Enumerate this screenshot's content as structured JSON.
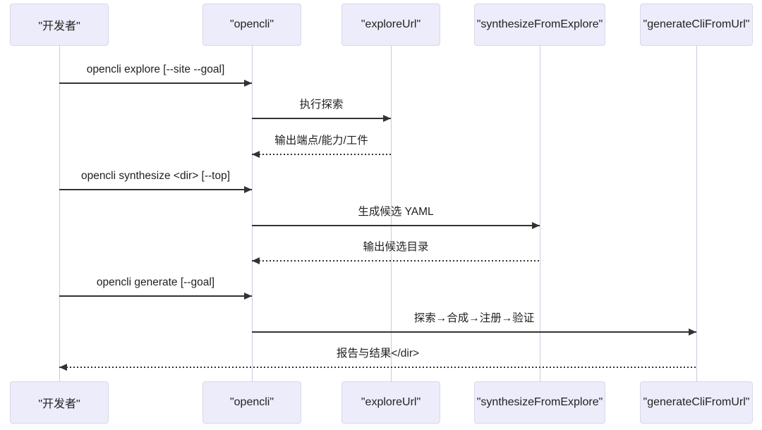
{
  "diagram": {
    "type": "sequence-diagram",
    "participants": [
      {
        "id": "developer",
        "label": "\"开发者\""
      },
      {
        "id": "opencli",
        "label": "\"opencli\""
      },
      {
        "id": "exploreUrl",
        "label": "\"exploreUrl\""
      },
      {
        "id": "synthesizeFromExplore",
        "label": "\"synthesizeFromExplore\""
      },
      {
        "id": "generateCliFromUrl",
        "label": "\"generateCliFromUrl\""
      }
    ],
    "messages": [
      {
        "from": "developer",
        "to": "opencli",
        "text": "opencli explore [--site --goal]",
        "line": "solid"
      },
      {
        "from": "opencli",
        "to": "exploreUrl",
        "text": "执行探索",
        "line": "solid"
      },
      {
        "from": "exploreUrl",
        "to": "opencli",
        "text": "输出端点/能力/工件",
        "line": "dashed"
      },
      {
        "from": "developer",
        "to": "opencli",
        "text": "opencli synthesize <dir> [--top]",
        "line": "solid"
      },
      {
        "from": "opencli",
        "to": "synthesizeFromExplore",
        "text": "生成候选 YAML",
        "line": "solid"
      },
      {
        "from": "synthesizeFromExplore",
        "to": "opencli",
        "text": "输出候选目录",
        "line": "dashed"
      },
      {
        "from": "developer",
        "to": "opencli",
        "text": "opencli generate [--goal]",
        "line": "solid"
      },
      {
        "from": "opencli",
        "to": "generateCliFromUrl",
        "text": "探索→合成→注册→验证",
        "line": "solid"
      },
      {
        "from": "generateCliFromUrl",
        "to": "developer",
        "text": "报告与结果</dir>",
        "line": "dashed"
      }
    ],
    "colors": {
      "actor_fill": "#ECECFB",
      "actor_border": "#D8D8EC",
      "lifeline": "#CCCCDE",
      "arrow": "#333333",
      "text": "#222222",
      "background": "#FFFFFF"
    }
  }
}
